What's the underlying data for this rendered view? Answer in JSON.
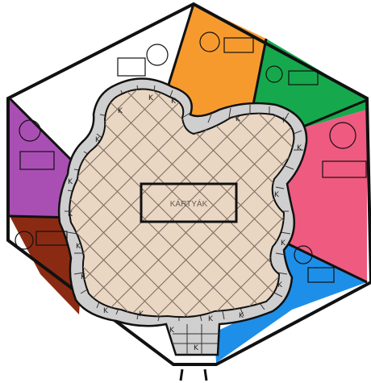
{
  "board": {
    "center_label": "KÁRTYÁK",
    "path_marker": "K",
    "colors": {
      "outline": "#111111",
      "center_fill": "#e9d7c3",
      "center_grid": "#7a6a5f",
      "path_fill": "#cfcfcf",
      "background": "#ffffff"
    },
    "sectors": [
      {
        "id": "white",
        "color": "#ffffff"
      },
      {
        "id": "orange",
        "color": "#f79a2e"
      },
      {
        "id": "green",
        "color": "#16a84d"
      },
      {
        "id": "pink",
        "color": "#ef5a80"
      },
      {
        "id": "blue",
        "color": "#1e8fe8"
      },
      {
        "id": "brown",
        "color": "#8b2a12"
      },
      {
        "id": "purple",
        "color": "#a94fb4"
      }
    ]
  }
}
